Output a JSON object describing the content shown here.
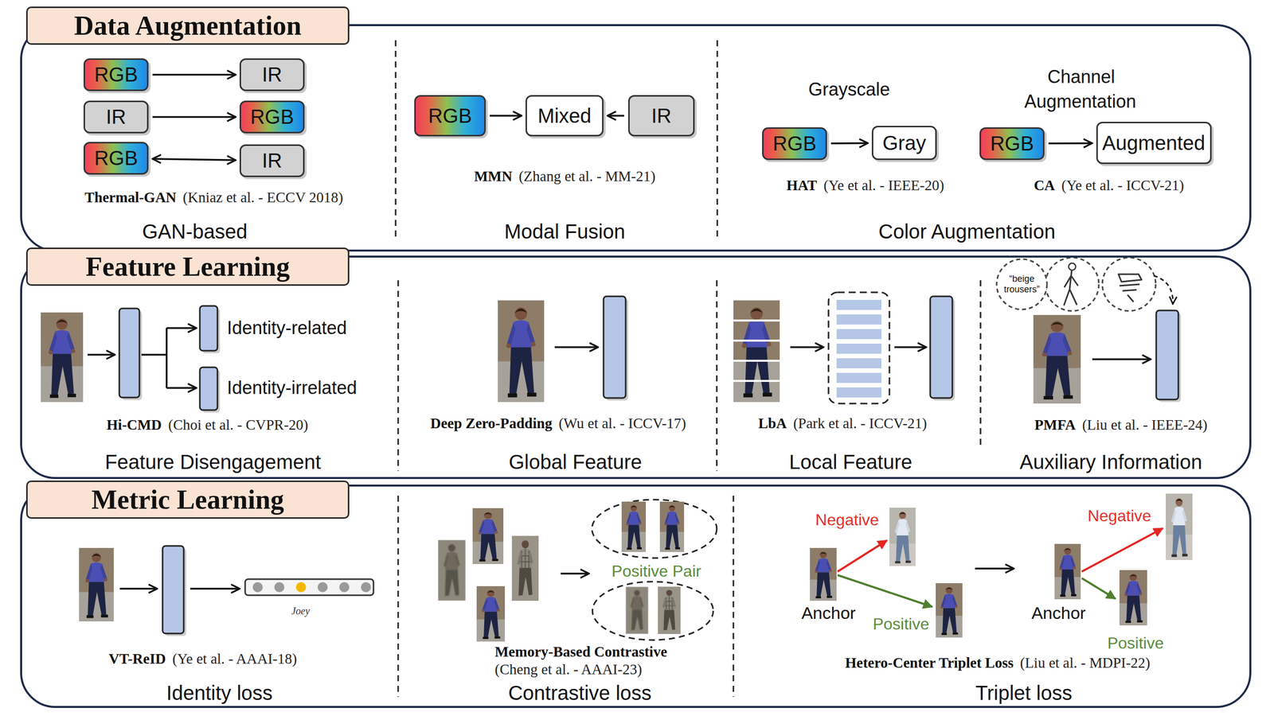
{
  "diagram": {
    "nodes": [
      {
        "text": [
          "Data Augmentation"
        ]
      },
      {
        "text": [
          "RGB"
        ],
        "in": 0
      },
      {
        "text": [
          "IR"
        ],
        "in": 0
      },
      {
        "text": [
          "IR"
        ],
        "in": 0
      },
      {
        "text": [
          "RGB"
        ],
        "in": 0
      },
      {
        "text": [
          "RGB"
        ],
        "in": 0
      },
      {
        "text": [
          "IR"
        ],
        "in": 0
      },
      {
        "text": [
          "RGB"
        ],
        "in": 0
      },
      {
        "text": [
          "Mixed"
        ],
        "in": 0
      },
      {
        "text": [
          "IR"
        ],
        "in": 0
      },
      {
        "text": [
          "RGB"
        ],
        "in": 0
      },
      {
        "text": [
          "Gray"
        ],
        "in": 0
      },
      {
        "text": [
          "RGB"
        ],
        "in": 0
      },
      {
        "text": [
          "Augmented"
        ],
        "in": 0
      },
      {
        "text": [
          "Feature Learning"
        ]
      },
      {
        "text": [
          "“beige trousers”"
        ],
        "in": 14
      },
      {
        "text": [
          "Metric Learning"
        ]
      }
    ],
    "edges": [
      {
        "from": 1,
        "to": 2,
        "arrow": "to"
      },
      {
        "from": 3,
        "to": 4,
        "arrow": "to"
      },
      {
        "from": 5,
        "to": 6,
        "arrow": "both"
      },
      {
        "from": 7,
        "to": 8,
        "arrow": "to"
      },
      {
        "from": 9,
        "to": 8,
        "arrow": "to"
      },
      {
        "from": 10,
        "to": 11,
        "arrow": "to"
      },
      {
        "from": 12,
        "to": 13,
        "arrow": "to"
      }
    ],
    "labels": [
      "Thermal-GAN",
      "(Kniaz et al. - ECCV 2018)",
      "GAN-based",
      "MMN",
      "(Zhang et al. - MM-21)",
      "Modal Fusion",
      "Grayscale",
      "Channel Augmentation",
      "HAT",
      "(Ye et al. - IEEE-20)",
      "CA",
      "(Ye et al. - ICCV-21)",
      "Color Augmentation",
      "Identity-related",
      "Identity-irrelated",
      "Hi-CMD",
      "(Choi et al. - CVPR-20)",
      "Feature Disengagement",
      "Deep Zero-Padding",
      "(Wu et al. - ICCV-17)",
      "Global Feature",
      "LbA",
      "(Park et al. - ICCV-21)",
      "Local Feature",
      "PMFA",
      "(Liu et al. - IEEE-24)",
      "Auxiliary Information",
      "Joey",
      "VT-ReID",
      "(Ye et al. - AAAI-18)",
      "Identity loss",
      "Positive Pair",
      "Memory-Based Contrastive",
      "(Cheng et al. - AAAI-23)",
      "Contrastive loss",
      "Negative",
      "Anchor",
      "Positive",
      "Negative",
      "Anchor",
      "Positive",
      "Hetero-Center Triplet Loss",
      "(Liu et al. - MDPI-22)",
      "Triplet loss"
    ]
  }
}
